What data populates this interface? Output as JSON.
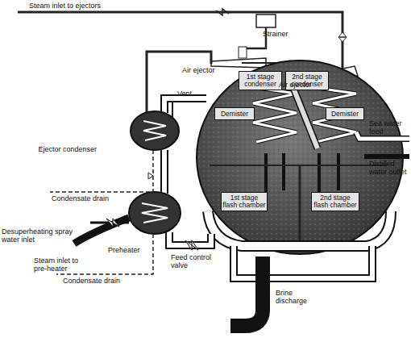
{
  "diagram": {
    "nodes": [
      {
        "text": [
          "1st stage condenser"
        ]
      },
      {
        "text": [
          "2nd stage condenser"
        ]
      },
      {
        "text": [
          "Demister"
        ]
      },
      {
        "text": [
          "Demister"
        ]
      },
      {
        "text": [
          "1st stage flash chamber"
        ]
      },
      {
        "text": [
          "2nd stage flash chamber"
        ]
      }
    ],
    "labels": [
      "Steam inlet to ejectors",
      "Strainer",
      "Air ejector",
      "Air ejector",
      "Vent",
      "Ejector condenser",
      "Condensate drain",
      "Desuperheating spray water inlet",
      "Steam inlet to pre-heater",
      "Preheater",
      "Feed control valve",
      "Condensate drain",
      "Brine discharge",
      "Sea water feed",
      "Distilled water outlet"
    ]
  }
}
